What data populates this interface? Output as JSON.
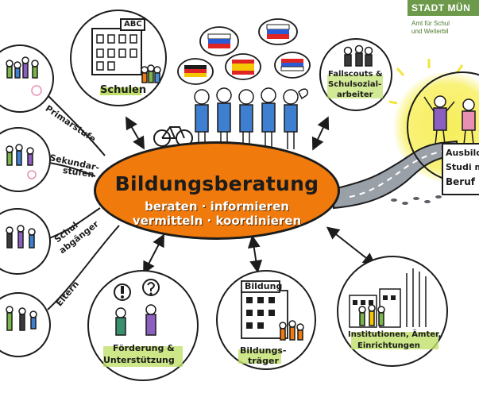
{
  "logo": {
    "title": "STADT MÜN",
    "sub_line_1": "Amt für Schul",
    "sub_line_2": "und Weiterbil"
  },
  "center": {
    "title": "Bildungsberatung",
    "line_1": "beraten · informieren",
    "line_2": "vermitteln · koordinieren"
  },
  "circles": {
    "schulen": {
      "label": "Schulen",
      "sign": "ABC"
    },
    "fallscouts": {
      "line_1": "Fallscouts &",
      "line_2": "Schulsozial-",
      "line_3": "arbeiter"
    },
    "foerderung": {
      "line_1": "Förderung &",
      "line_2": "Unterstützung"
    },
    "bildungstraeger": {
      "sign": "Bildung",
      "line_1": "Bildungs-",
      "line_2": "träger"
    },
    "institutionen": {
      "line_1": "Institutionen, Ämter,",
      "line_2": "Einrichtungen"
    }
  },
  "left_labels": {
    "primarstufe": "Primarstufe",
    "sekundar_1": "Sekundar-",
    "sekundar_2": "stufen",
    "abgaenger_1": "Schul-",
    "abgaenger_2": "abgänger",
    "eltern": "Eltern"
  },
  "right_sign": {
    "line_1": "Ausbild",
    "line_2": "Studi m",
    "line_3": "Beruf"
  },
  "colors": {
    "center_orange": "#f07a0c",
    "circle_stroke": "#1c1c1c",
    "highlight_green": "#bfe06a",
    "sun_yellow": "#f6ee5a",
    "logo_green": "#6d9a4a",
    "road_gray": "#8a8f97"
  },
  "icons": [
    "flag-russia-icon",
    "flag-slovakia-icon",
    "flag-germany-icon",
    "flag-spain-icon",
    "flag-serbia-icon",
    "bicycle-icon",
    "telephone-icon",
    "exclamation-icon",
    "question-icon"
  ]
}
